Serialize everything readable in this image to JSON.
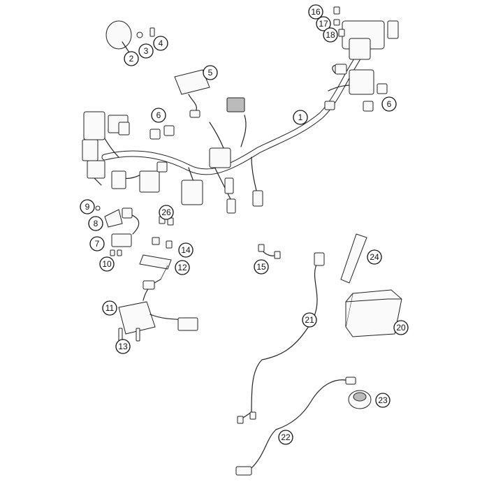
{
  "callouts": [
    {
      "label": "1"
    },
    {
      "label": "2"
    },
    {
      "label": "3"
    },
    {
      "label": "4"
    },
    {
      "label": "5"
    },
    {
      "label": "6"
    },
    {
      "label": "6"
    },
    {
      "label": "7"
    },
    {
      "label": "8"
    },
    {
      "label": "9"
    },
    {
      "label": "10"
    },
    {
      "label": "11"
    },
    {
      "label": "12"
    },
    {
      "label": "13"
    },
    {
      "label": "14"
    },
    {
      "label": "15"
    },
    {
      "label": "16"
    },
    {
      "label": "17"
    },
    {
      "label": "18"
    },
    {
      "label": "20"
    },
    {
      "label": "21"
    },
    {
      "label": "22"
    },
    {
      "label": "23"
    },
    {
      "label": "24"
    },
    {
      "label": "26"
    }
  ]
}
